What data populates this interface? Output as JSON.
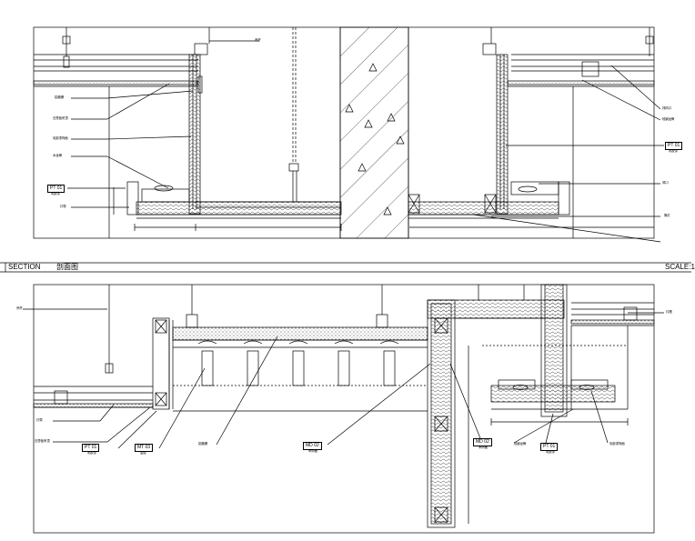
{
  "section_bar": {
    "title": "SECTION",
    "title_cn": "剖面图",
    "scale": "SCALE:1"
  },
  "upper_detail": {
    "tags": [
      {
        "code": "PT 01",
        "name": "乳胶漆"
      },
      {
        "code": "PT 01",
        "name": "乳胶漆"
      }
    ],
    "notes": [
      "吊杆",
      "铝格栅",
      "石膏板吊顶",
      "乳胶漆饰面",
      "木龙骨",
      "灯带",
      "排风口",
      "轻钢龙骨",
      "风口"
    ]
  },
  "lower_detail": {
    "tags": [
      {
        "code": "PT 01",
        "name": "乳胶漆"
      },
      {
        "code": "MT 03",
        "name": "金属"
      },
      {
        "code": "MD 02",
        "name": "木饰面"
      },
      {
        "code": "MD 02",
        "name": "木饰面"
      },
      {
        "code": "PT 01",
        "name": "乳胶漆"
      }
    ],
    "notes": [
      "吊杆",
      "灯带",
      "石膏板吊顶",
      "铝格栅",
      "轻钢龙骨",
      "乳胶漆饰面",
      "灯槽",
      "筒灯"
    ]
  },
  "colors": {
    "line": "#000000",
    "paper": "#ffffff"
  }
}
